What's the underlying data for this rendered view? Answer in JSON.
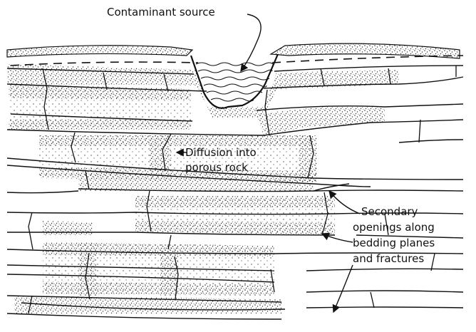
{
  "labels": {
    "source": "Contaminant source",
    "diffusion_line1": "Diffusion into",
    "diffusion_line2": "porous rock",
    "openings_line1": "Secondary",
    "openings_line2": "openings along",
    "openings_line3": "bedding planes",
    "openings_line4": "and fractures"
  },
  "colors": {
    "ink": "#111111",
    "stipple": "#333333",
    "background": "#ffffff"
  }
}
